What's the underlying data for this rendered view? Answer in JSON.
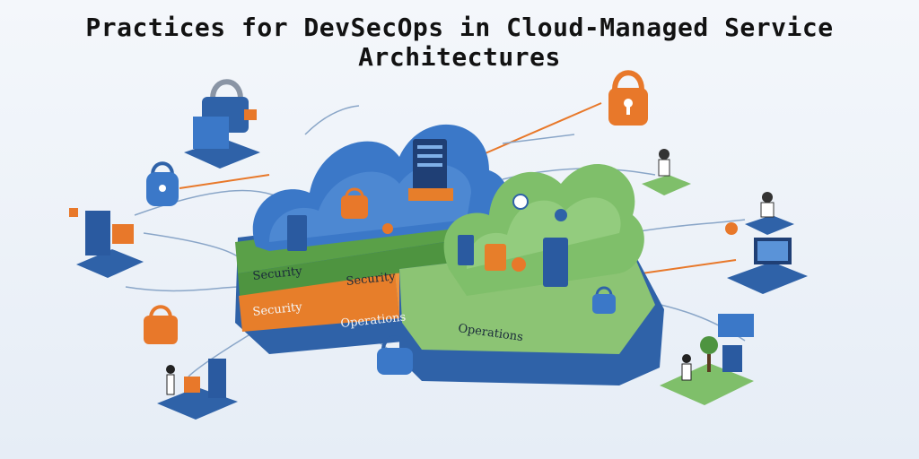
{
  "title": "Practices for DevSecOps in Cloud-Managed Service Architectures",
  "labels": {
    "security_1": "Security",
    "security_2": "Security",
    "security_3": "Security",
    "operations_1": "Operations",
    "operations_2": "Operations"
  },
  "colors": {
    "cloud_blue": "#3b78c8",
    "cloud_green": "#7fbf6a",
    "band_green": "#5aa048",
    "band_orange": "#e77e2a",
    "accent_orange": "#e8782a",
    "platform_blue": "#2f62a8"
  },
  "icons": [
    "padlock-icon",
    "server-icon",
    "person-icon",
    "laptop-icon",
    "tree-icon",
    "gear-icon"
  ]
}
